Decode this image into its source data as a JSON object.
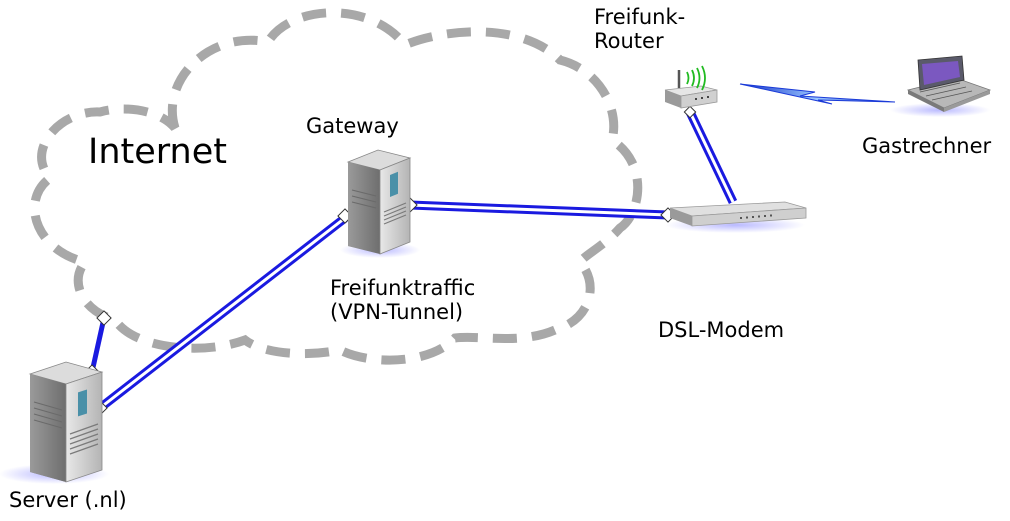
{
  "labels": {
    "internet": "Internet",
    "gateway": "Gateway",
    "router_line1": "Freifunk-",
    "router_line2": "Router",
    "guest": "Gastrechner",
    "traffic_line1": "Freifunktraffic",
    "traffic_line2": "(VPN-Tunnel)",
    "modem": "DSL-Modem",
    "server": "Server (.nl)"
  },
  "icons": {
    "cloud": "cloud-icon",
    "gateway": "server-tower-icon",
    "server": "server-tower-icon",
    "router": "wifi-router-icon",
    "modem": "dsl-modem-icon",
    "laptop": "laptop-icon",
    "wireless": "lightning-bolt-icon"
  },
  "colors": {
    "link": "#1a1ae0",
    "cloud_outline": "#a8a8a8",
    "server_body": "#c8c8c8",
    "server_accent": "#4a90a8",
    "wifi_waves": "#22bb22",
    "laptop_screen": "#7b58c0",
    "wireless_bolt": "#2a50ff"
  }
}
